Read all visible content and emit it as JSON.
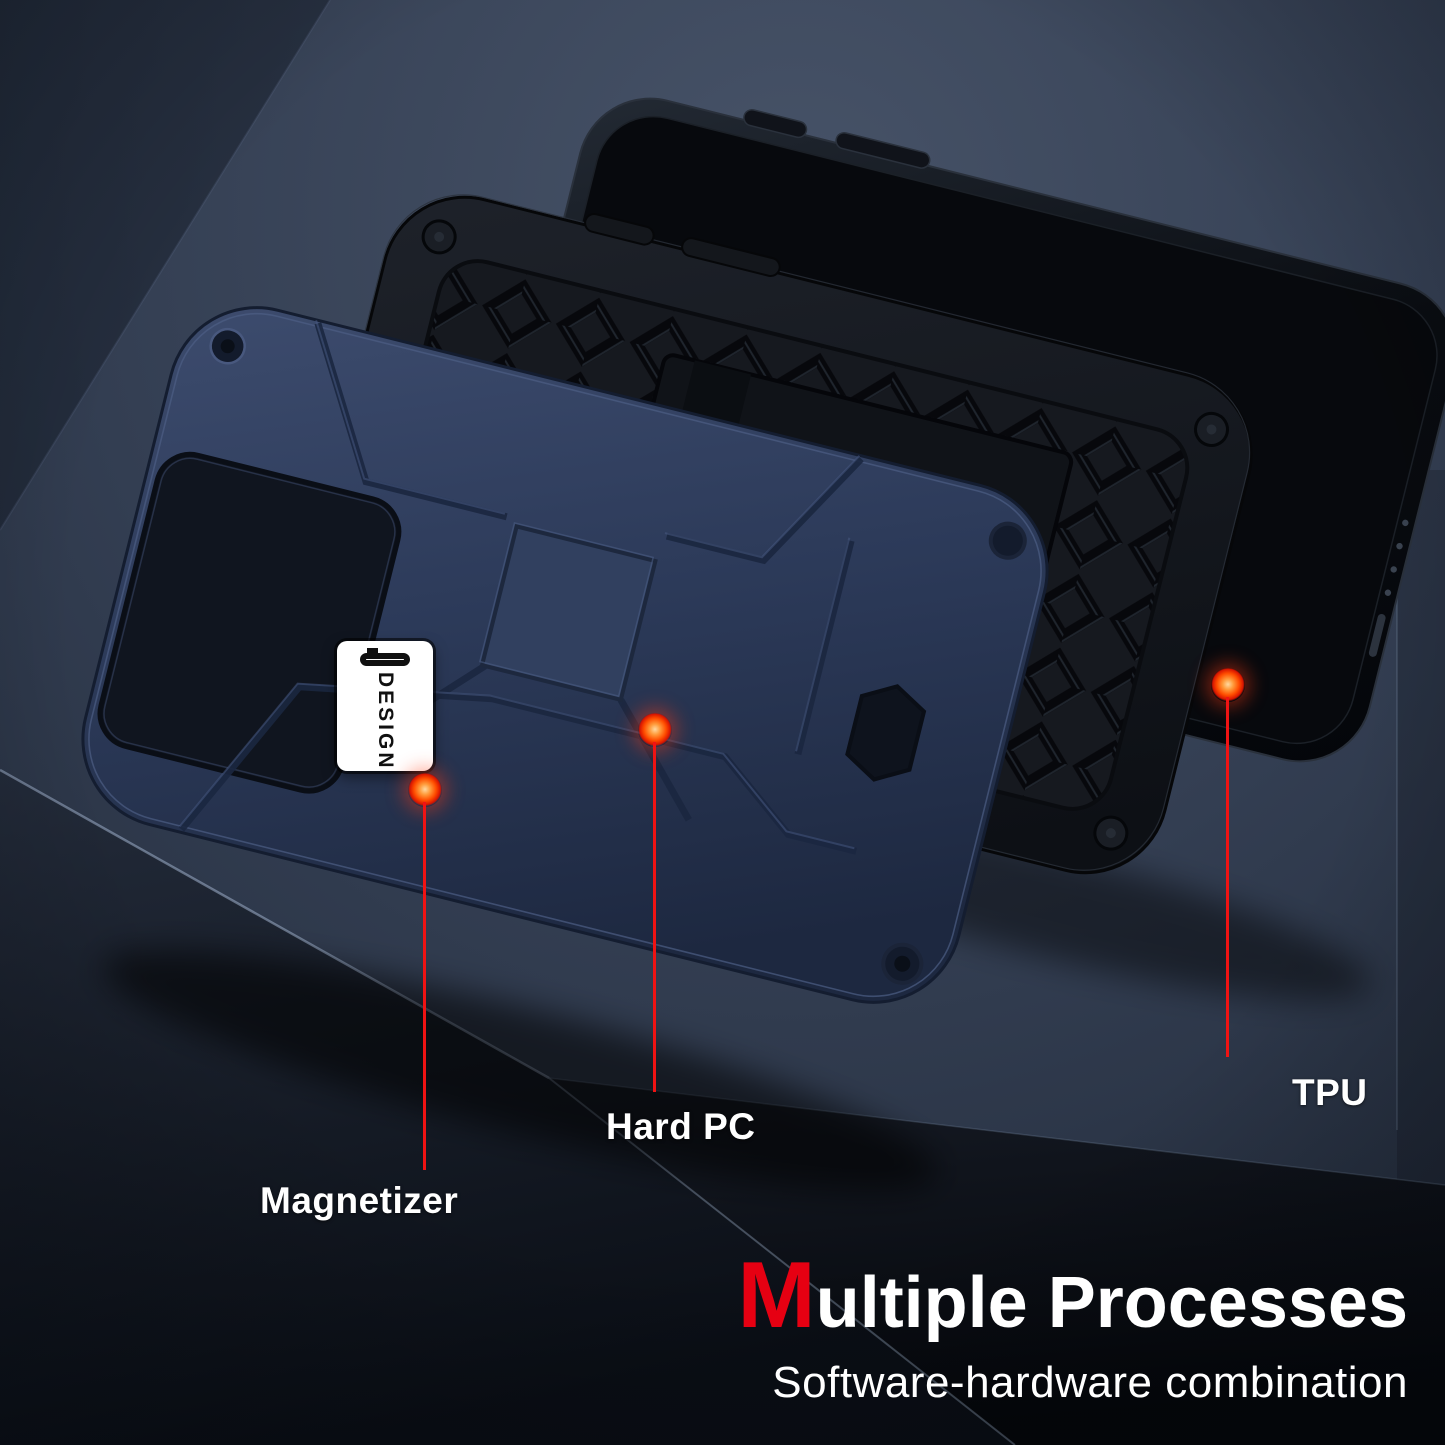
{
  "labels": {
    "magnetizer": "Magnetizer",
    "hard_pc": "Hard PC",
    "tpu": "TPU"
  },
  "heading": {
    "first_letter": "M",
    "rest": "ultiple Processes",
    "subtitle": "Software-hardware combination"
  },
  "badge": {
    "text": "DESIGN"
  },
  "icons": {
    "brand_logo_icon": "rounded-square-outline-with-corner-dot",
    "callout_marker": "glowing-red-dot"
  },
  "colors": {
    "accent_red": "#e60012",
    "callout_red": "#f01313",
    "case_blue": "#2c3957",
    "tpu_black": "#14171c",
    "phone_black": "#0a0d12",
    "background_dark": "#1b2330",
    "text_white": "#ffffff"
  }
}
